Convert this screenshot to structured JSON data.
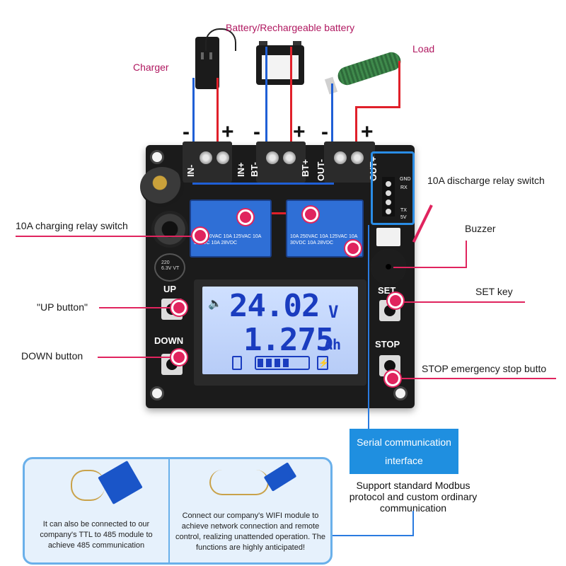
{
  "title": "Battery/Rechargeable battery",
  "labels": {
    "charger": "Charger",
    "load": "Load",
    "discharge_relay": "10A discharge relay switch",
    "charging_relay": "10A charging relay switch",
    "buzzer": "Buzzer",
    "up_button": "\"UP button\"",
    "set_key": "SET key",
    "down_button": "DOWN button",
    "stop_button": "STOP emergency stop butto",
    "serial_box_line1": "Serial communication",
    "serial_box_line2": "interface",
    "modbus": "Support standard Modbus protocol and custom ordinary communication"
  },
  "board": {
    "terminal_labels": [
      "IN-",
      "IN+",
      "BT-",
      "BT+",
      "OUT-",
      "OUT+"
    ],
    "polarity": [
      "-",
      "+",
      "-",
      "+",
      "-",
      "+"
    ],
    "silk_up": "UP",
    "silk_down": "DOWN",
    "silk_set": "SET",
    "silk_stop": "STOP",
    "relay1_text": "10A 250VAC 10A 125VAC 10A 30VDC 10A 28VDC",
    "relay2_text": "10A 250VAC 10A 125VAC 10A 30VDC 10A 28VDC",
    "cap_text": "220 6.3V VT",
    "serial_pins": [
      "GND",
      "RX",
      "TX",
      "5V"
    ]
  },
  "lcd": {
    "voltage": "24.02",
    "voltage_unit": "V",
    "capacity": "1.275",
    "capacity_unit": "Ah",
    "battery_level_bars": 4
  },
  "bottom": {
    "left_text": "It can also be connected to our company's TTL to 485 module to achieve 485 communication",
    "right_text": "Connect our company's WIFI module to achieve network connection and remote control, realizing unattended operation. The functions are highly anticipated!"
  }
}
